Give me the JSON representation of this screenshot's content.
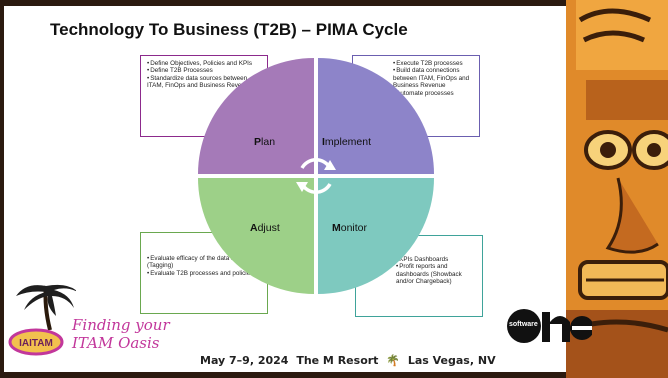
{
  "slide": {
    "title": "Technology To Business (T2B) – PIMA Cycle"
  },
  "quadrants": {
    "plan": {
      "initial": "P",
      "rest": "lan",
      "items": [
        "Define Objectives, Policies and KPIs",
        "Define T2B Processes",
        "Standardize data sources between ITAM, FinOps and Business Revenue"
      ]
    },
    "implement": {
      "initial": "I",
      "rest": "mplement",
      "items": [
        "Execute T2B processes",
        "Build data connections between ITAM, FinOps and Business Revenue",
        "Automate processes"
      ]
    },
    "adjust": {
      "initial": "A",
      "rest": "djust",
      "items": [
        "Evaluate efficacy of the data standards (Tagging)",
        "Evaluate T2B processes and policies"
      ]
    },
    "monitor": {
      "initial": "M",
      "rest": "onitor",
      "items": [
        "KPIs Dashboards",
        "Profit reports and dashboards (Showback and/or Chargeback)"
      ]
    }
  },
  "colors": {
    "plan": "#a57ab8",
    "implement": "#8d84c9",
    "adjust": "#9dd088",
    "monitor": "#7ec9bf",
    "arrows": "#ffffff",
    "brand_pink": "#c2379b"
  },
  "branding": {
    "event_logo_text": "IAITAM",
    "tagline_line1": "Finding your",
    "tagline_line2": "ITAM Oasis",
    "footer_date": "May 7–9, 2024",
    "footer_venue": "The M Resort",
    "footer_city": "Las Vegas, NV",
    "sponsor_small": "software",
    "sponsor_big": "one"
  },
  "icons": {
    "palm": "palm-tree-icon",
    "cycle": "refresh-arrows-icon"
  }
}
